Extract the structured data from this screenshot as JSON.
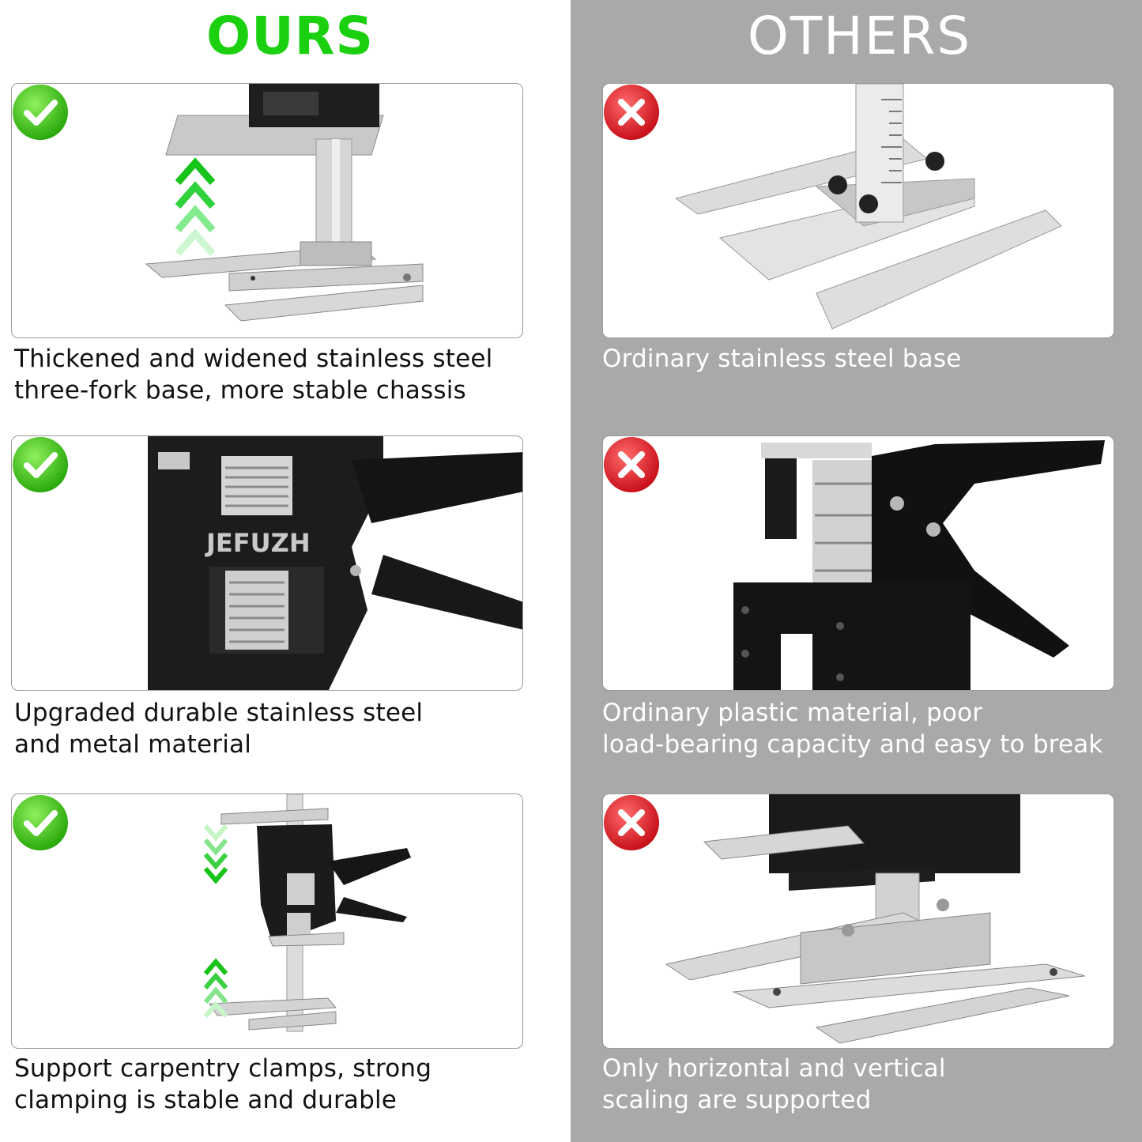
{
  "headings": {
    "ours": "OURS",
    "others": "OTHERS"
  },
  "colors": {
    "ours_heading": "#1bd10f",
    "others_background": "#a9a9a9",
    "check_badge": "#3ccc12",
    "cross_badge": "#e3262a"
  },
  "ours": [
    {
      "line1": "Thickened and widened stainless steel",
      "line2": "three-fork base, more stable chassis",
      "badge_icon": "green-check-icon"
    },
    {
      "line1": "Upgraded durable stainless steel",
      "line2": "and metal material",
      "brand": "JEFUZH",
      "badge_icon": "green-check-icon"
    },
    {
      "line1": "Support carpentry clamps, strong",
      "line2": "clamping is stable and durable",
      "badge_icon": "green-check-icon"
    }
  ],
  "others": [
    {
      "line1": "Ordinary stainless steel base",
      "line2": "",
      "badge_icon": "red-cross-icon"
    },
    {
      "line1": "Ordinary plastic material, poor",
      "line2": "load-bearing capacity and easy to break",
      "badge_icon": "red-cross-icon"
    },
    {
      "line1": "Only horizontal and vertical",
      "line2": "scaling are supported",
      "badge_icon": "red-cross-icon"
    }
  ]
}
